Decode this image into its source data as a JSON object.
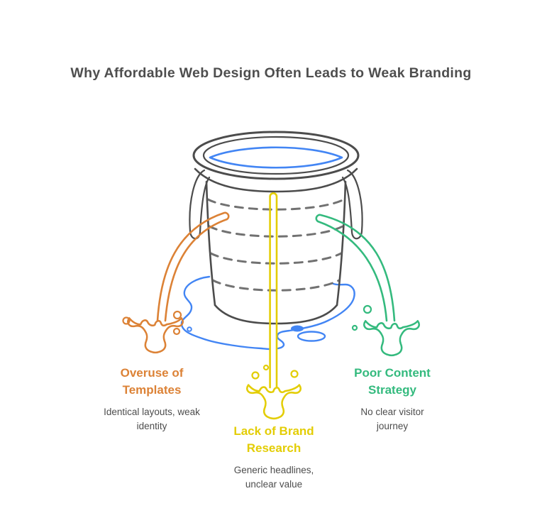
{
  "title": "Why Affordable Web Design Often Leads to Weak Branding",
  "colors": {
    "bucket": "#4C4C4C",
    "bucket_dash": "#595959",
    "water": "#4285F4",
    "title": "#4E4E4E",
    "subtext": "#4D4D4D"
  },
  "diagram": {
    "icon": "leaky-bucket-icon",
    "water_surface": "water-surface-ellipse",
    "puddle": "spilled-water-puddle"
  },
  "leaks": [
    {
      "id": "templates",
      "heading": "Overuse of Templates",
      "description": "Identical layouts, weak identity",
      "color": "#DC8236"
    },
    {
      "id": "brand-research",
      "heading": "Lack of Brand Research",
      "description": "Generic headlines, unclear value",
      "color": "#E3CD04"
    },
    {
      "id": "content-strategy",
      "heading": "Poor Content Strategy",
      "description": "No clear visitor journey",
      "color": "#34BA7E"
    }
  ]
}
